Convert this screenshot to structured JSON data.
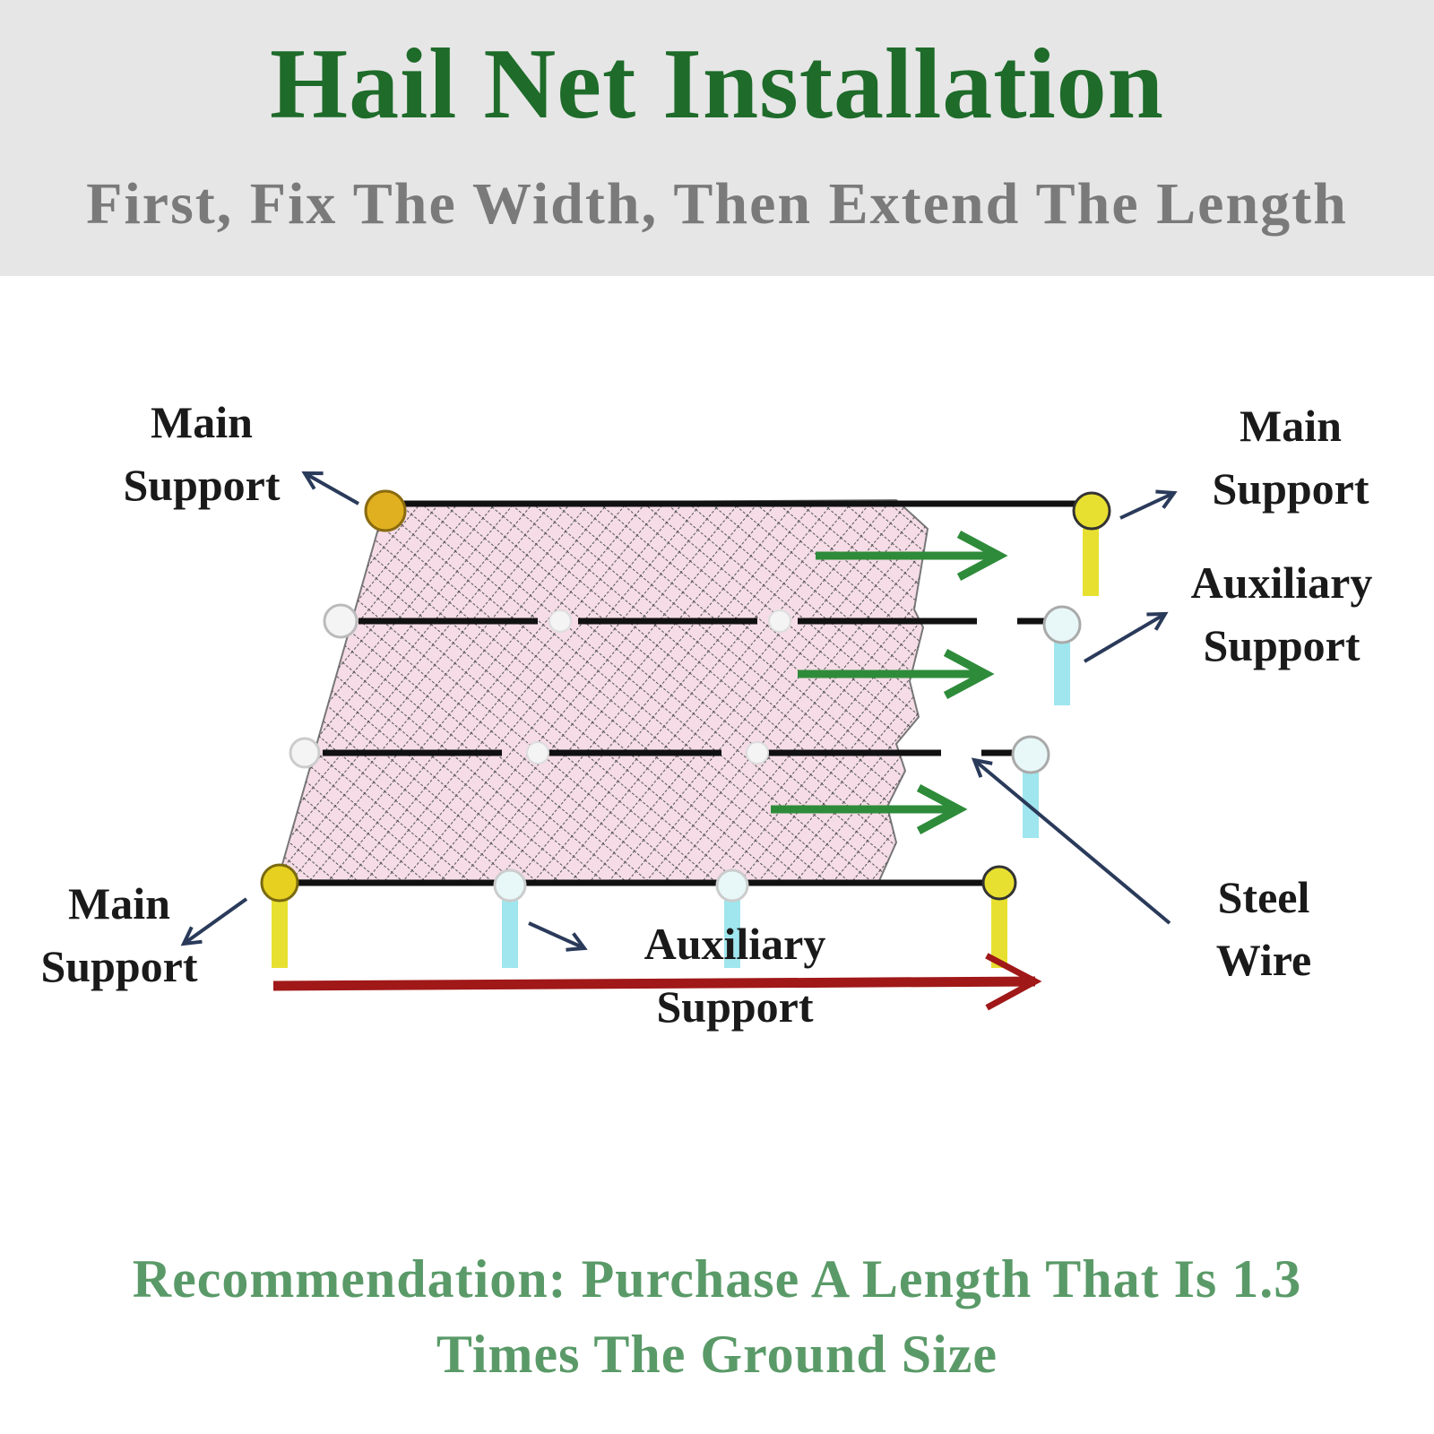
{
  "header": {
    "title": "Hail Net Installation",
    "subtitle": "First, Fix The Width, Then Extend The Length"
  },
  "labels": {
    "main_support_top_left": [
      "Main",
      "Support"
    ],
    "main_support_top_right": [
      "Main",
      "Support"
    ],
    "auxiliary_support_right": [
      "Auxiliary",
      "Support"
    ],
    "main_support_bottom_left": [
      "Main",
      "Support"
    ],
    "auxiliary_support_bottom": [
      "Auxiliary",
      "Support"
    ],
    "steel_wire": [
      "Steel",
      "Wire"
    ]
  },
  "footer": {
    "line1": "Recommendation: Purchase A Length That Is 1.3",
    "line2": "Times The Ground Size"
  },
  "colors": {
    "title_green": "#1e6b2a",
    "subtitle_gray": "#7a7a7a",
    "footer_green": "#5a9a68",
    "arrow_green": "#2e8b3a",
    "arrow_red": "#a01818",
    "arrow_navy": "#2a3a5a",
    "main_post_yellow": "#e8e030",
    "aux_post_cyan": "#9fe6ee",
    "net_fill_pink": "#f5dce6"
  }
}
